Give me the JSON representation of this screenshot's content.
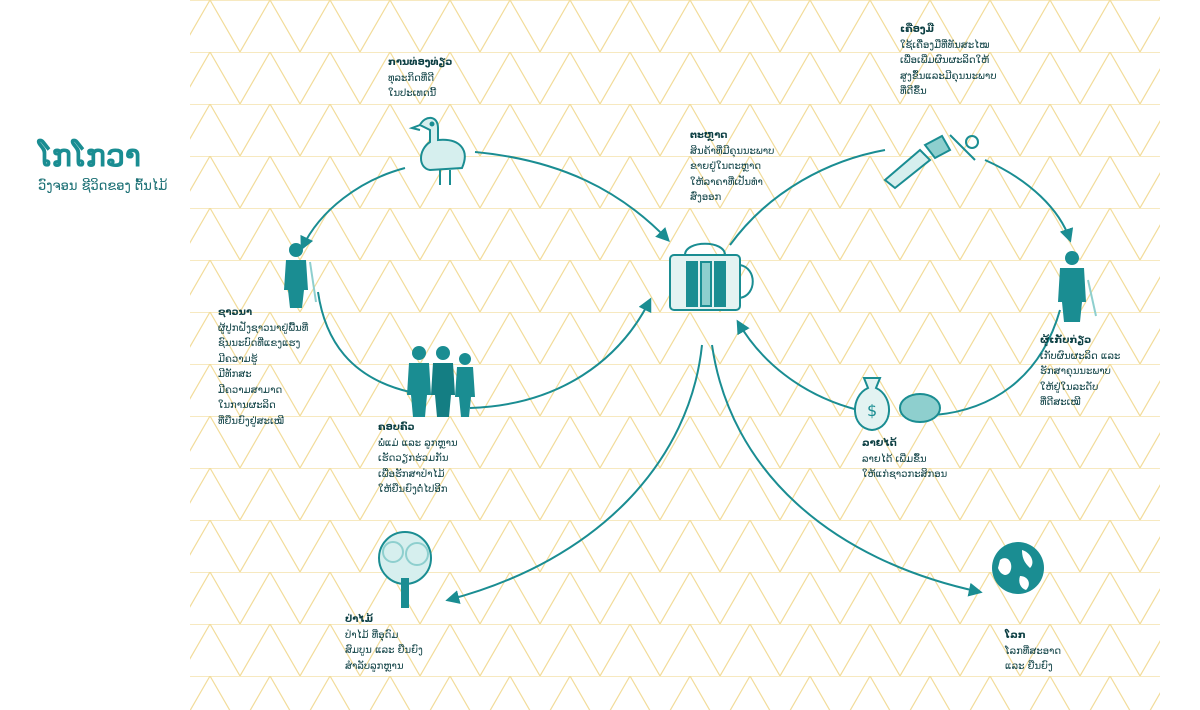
{
  "title": "ໂກໂກວາ",
  "subtitle": "ວົງຈອນ ຊີວິດຂອງ ຕົ້ນໄມ້",
  "colors": {
    "accent": "#1a8d92",
    "accent_light": "#8ecfce",
    "pattern": "#f2dc9a",
    "text": "#0c3f43"
  },
  "nodes": {
    "goose": {
      "icon": "goose-icon",
      "head": "ການທ່ອງທ່ຽວ",
      "lines": [
        "ທຸລະກິດທີ່ດີ",
        "ໃນປະເທດນີ້"
      ]
    },
    "farmer": {
      "icon": "farmer-icon",
      "head": "ຊາວນາ",
      "lines": [
        "ຜູ້ປູກຝັງຊາວນາຢູ່ພື້ນທີ່",
        "ຊົນນະບົດທີ່ແຂງແຮງ",
        "ມີຄວາມຮູ້",
        "ມີທັກສະ",
        "ມີຄວາມສາມາດ",
        "ໃນການຜະລິດ",
        "ທີ່ຍືນຍົງຢູ່ສະເໝີ"
      ]
    },
    "family": {
      "icon": "family-icon",
      "head": "ຄອບຄົວ",
      "lines": [
        "ພໍ່ແມ່ ແລະ ລູກຫຼານ",
        "ເຮັດວຽກຮ່ວມກັນ",
        "ເພື່ອຮັກສາປ່າໄມ້",
        "ໃຫ້ຍືນຍົງຕໍ່ໄປອີກ"
      ]
    },
    "center": {
      "icon": "market-basket-icon",
      "head": "ຕະຫຼາດ",
      "lines": [
        "ສິນຄ້າທີ່ມີຄຸນນະພາບ",
        "ຂາຍຢູ່ໃນຕະຫຼາດ",
        "ໃຫ້ລາຄາທີ່ເປັນທຳ",
        "ສົ່ງອອກ"
      ]
    },
    "tools": {
      "icon": "tools-icon",
      "head": "ເຄື່ອງມື",
      "lines": [
        "ໃຊ້ເຄື່ອງມືທີ່ທັນສະໄໝ",
        "ເພື່ອເພີ່ມຜົນຜະລິດໃຫ້",
        "ສູງຂຶ້ນແລະມີຄຸນນະພາບ",
        "ທີ່ດີຂຶ້ນ"
      ]
    },
    "worker": {
      "icon": "worker-icon",
      "head": "ຜູ້ເກັບກ່ຽວ",
      "lines": [
        "ເກັບຜົນຜະລິດ ແລະ",
        "ຮັກສາຄຸນນະພາບ",
        "ໃຫ້ຢູ່ໃນລະດັບ",
        "ທີ່ດີສະເໝີ"
      ]
    },
    "money": {
      "icon": "money-bag-icon",
      "head": "ລາຍໄດ້",
      "lines": [
        "ລາຍໄດ້ ເພີ່ມຂຶ້ນ",
        "ໃຫ້ແກ່ຊາວກະສິກອນ"
      ]
    },
    "tree": {
      "icon": "tree-icon",
      "head": "ປ່າໄມ້",
      "lines": [
        "ປ່າໄມ້ ທີ່ອຸດົມ",
        "ສົມບູນ ແລະ ຍືນຍົງ",
        "ສຳລັບລູກຫຼານ"
      ]
    },
    "globe": {
      "icon": "globe-icon",
      "head": "ໂລກ",
      "lines": [
        "ໂລກທີ່ສະອາດ",
        "ແລະ ຍືນຍົງ"
      ]
    }
  }
}
